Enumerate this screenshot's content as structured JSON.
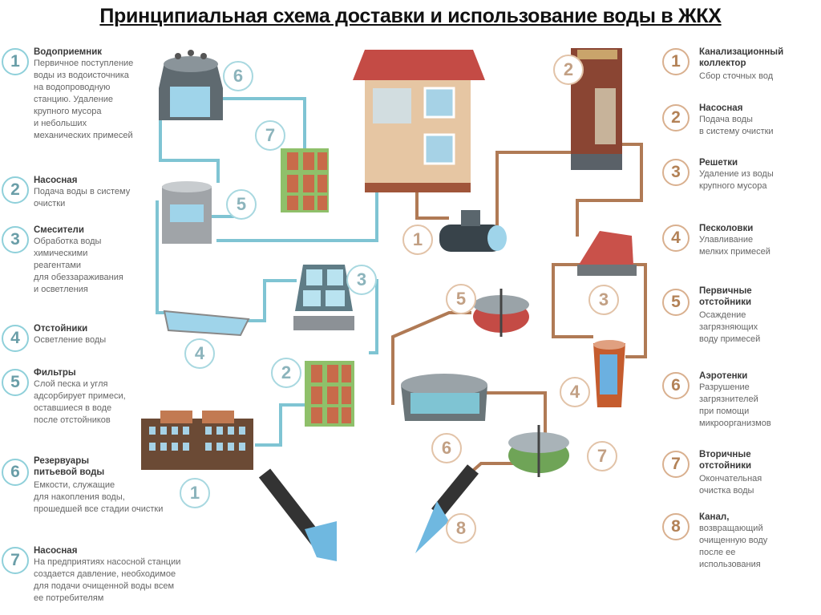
{
  "title": "Принципиальная схема доставки и использование воды в ЖКХ",
  "left_legend": [
    {
      "n": "1",
      "title": "Водоприемник",
      "desc": "Первичное поступление\nводы из водоисточника\nна водопроводную\nстанцию. Удаление\nкрупного мусора\nи небольших\nмеханических примесей"
    },
    {
      "n": "2",
      "title": "Насосная",
      "desc": "Подача воды в систему\nочистки"
    },
    {
      "n": "3",
      "title": "Смесители",
      "desc": "Обработка воды\nхимическими\nреагентами\nдля обеззараживания\nи осветления"
    },
    {
      "n": "4",
      "title": "Отстойники",
      "desc": "Осветление воды"
    },
    {
      "n": "5",
      "title": "Фильтры",
      "desc": "Слой песка и угля\nадсорбирует примеси,\nоставшиеся в воде\nпосле отстойников"
    },
    {
      "n": "6",
      "title": "Резервуары\nпитьевой воды",
      "desc": "Емкости, служащие\nдля накопления воды,\nпрошедшей все стадии очистки"
    },
    {
      "n": "7",
      "title": "Насосная",
      "desc": "На предприятиях насосной станции\nсоздается давление, необходимое\nдля подачи очищенной воды всем\nее потребителям"
    }
  ],
  "right_legend": [
    {
      "n": "1",
      "title": "Канализационный\nколлектор",
      "desc": "Сбор сточных вод"
    },
    {
      "n": "2",
      "title": "Насосная",
      "desc": "Подача воды\nв систему очистки"
    },
    {
      "n": "3",
      "title": "Решетки",
      "desc": "Удаление из воды\nкрупного мусора"
    },
    {
      "n": "4",
      "title": "Песколовки",
      "desc": "Улавливание\nмелких примесей"
    },
    {
      "n": "5",
      "title": "Первичные\nотстойники",
      "desc": "Осаждение\nзагрязняющих\nводу примесей"
    },
    {
      "n": "6",
      "title": "Аэротенки",
      "desc": "Разрушение\nзагрязнителей\nпри помощи\nмикроорганизмов"
    },
    {
      "n": "7",
      "title": "Вторичные\nотстойники",
      "desc": "Окончательная\nочистка воды"
    },
    {
      "n": "8",
      "title": "Канал,",
      "desc": "возвращающий\nочищенную воду\nпосле ее\nиспользования"
    }
  ],
  "diagram_labels": {
    "supply": [
      "6",
      "7",
      "5",
      "3",
      "4",
      "2",
      "1"
    ],
    "waste": [
      "2",
      "1",
      "3",
      "5",
      "4",
      "6",
      "7",
      "8"
    ]
  },
  "colors": {
    "supply_pipe": "#7fc4d3",
    "waste_pipe": "#b07a55",
    "title": "#111111"
  }
}
